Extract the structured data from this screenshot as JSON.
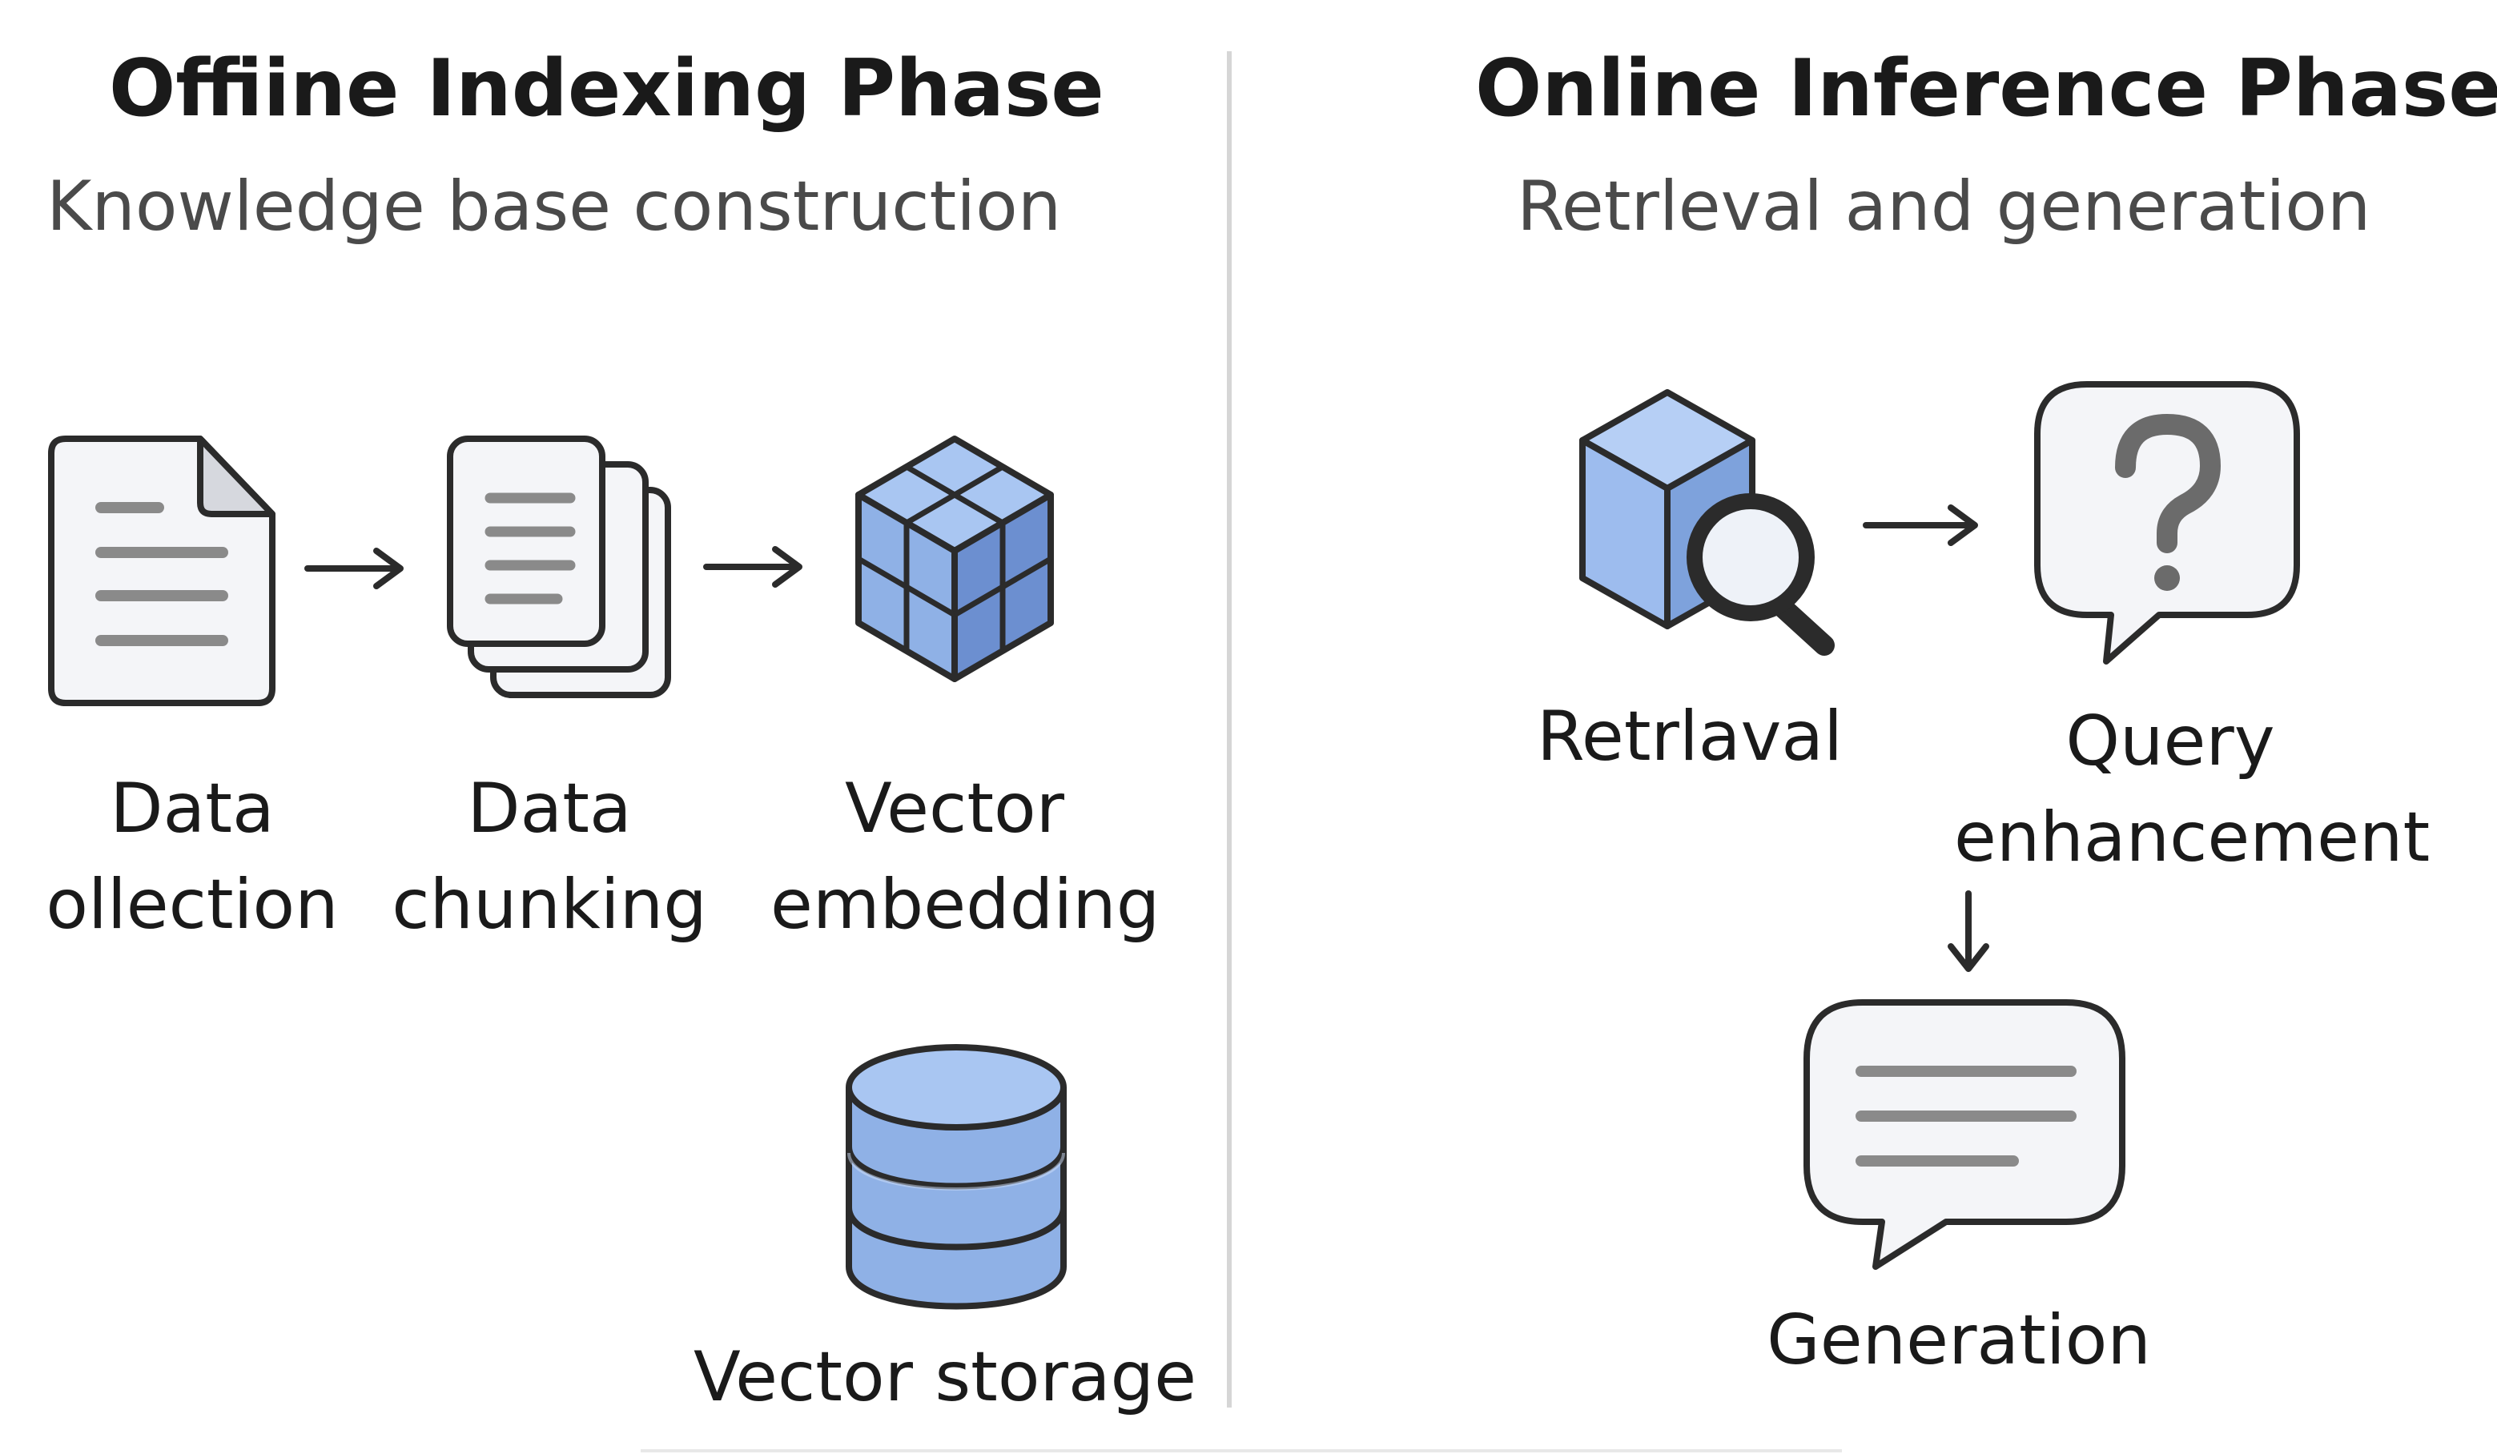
{
  "offline": {
    "title": "Offiine Indexing Phase",
    "subtitle": "Knowledge base construction",
    "steps": [
      {
        "line1": "Data",
        "line2": "ollection",
        "icon": "document-icon"
      },
      {
        "line1": "Data",
        "line2": "chunking",
        "icon": "stacked-documents-icon"
      },
      {
        "line1": "Vector",
        "line2": "embedding",
        "icon": "cube-icon"
      }
    ],
    "storage": {
      "label": "Vector storage",
      "icon": "database-icon"
    }
  },
  "online": {
    "title": "Online Inference Phase",
    "subtitle": "Retrleval and generation",
    "steps": [
      {
        "line1": "Retrlaval",
        "icon": "cube-search-icon"
      },
      {
        "line1": "Query",
        "line2": "enhancement",
        "icon": "question-bubble-icon"
      },
      {
        "line1": "Generation",
        "icon": "chat-bubble-icon"
      }
    ]
  },
  "colors": {
    "icon_fill_light": "#f4f5f8",
    "icon_stroke": "#2b2b2b",
    "text_lines": "#8a8a8a",
    "blue_light": "#a9c6f2",
    "blue_mid": "#8fb1e6",
    "blue_dark": "#6c8fd0",
    "divider": "#d6d6d6"
  }
}
